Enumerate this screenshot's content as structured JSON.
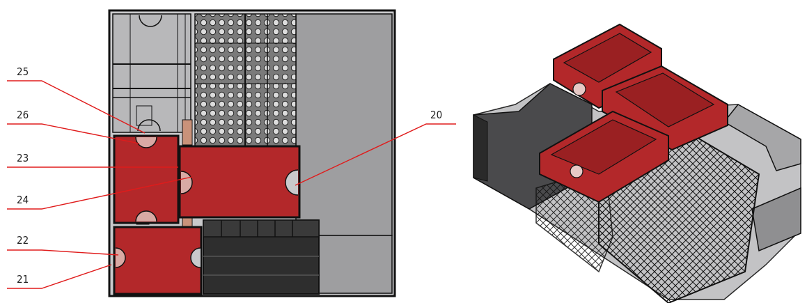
{
  "colors": {
    "part_red": "#b3282a",
    "leader_red": "#e01b1b",
    "housing_grey": "#9a9a9c",
    "dark_block": "#2e2e2e",
    "outline": "#111111"
  },
  "callouts_left": [
    "25",
    "26",
    "23",
    "24",
    "22",
    "21"
  ],
  "callout_right": "20"
}
